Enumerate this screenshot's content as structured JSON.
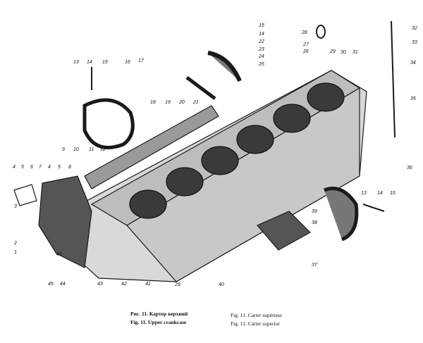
{
  "figure": {
    "labels": [
      "15",
      "14",
      "22",
      "23",
      "24",
      "25",
      "28",
      "27",
      "26",
      "29",
      "30",
      "31",
      "32",
      "33",
      "34",
      "35",
      "36",
      "13",
      "14",
      "15",
      "16",
      "17",
      "18",
      "19",
      "20",
      "21",
      "9",
      "10",
      "11",
      "12",
      "4",
      "5",
      "6",
      "7",
      "4",
      "5",
      "8",
      "3",
      "2",
      "1",
      "46",
      "45",
      "44",
      "43",
      "42",
      "41",
      "29",
      "40",
      "38",
      "37",
      "39",
      "13",
      "14",
      "15"
    ],
    "ink_color": "#1a1a1a"
  },
  "captions": {
    "ru": "Рис. 11. Картер верхний",
    "en": "Fig. 11. Upper crankcase",
    "fr": "Fig. 11. Carter supérieur",
    "es": "Fig. 11. Cárter superior"
  }
}
